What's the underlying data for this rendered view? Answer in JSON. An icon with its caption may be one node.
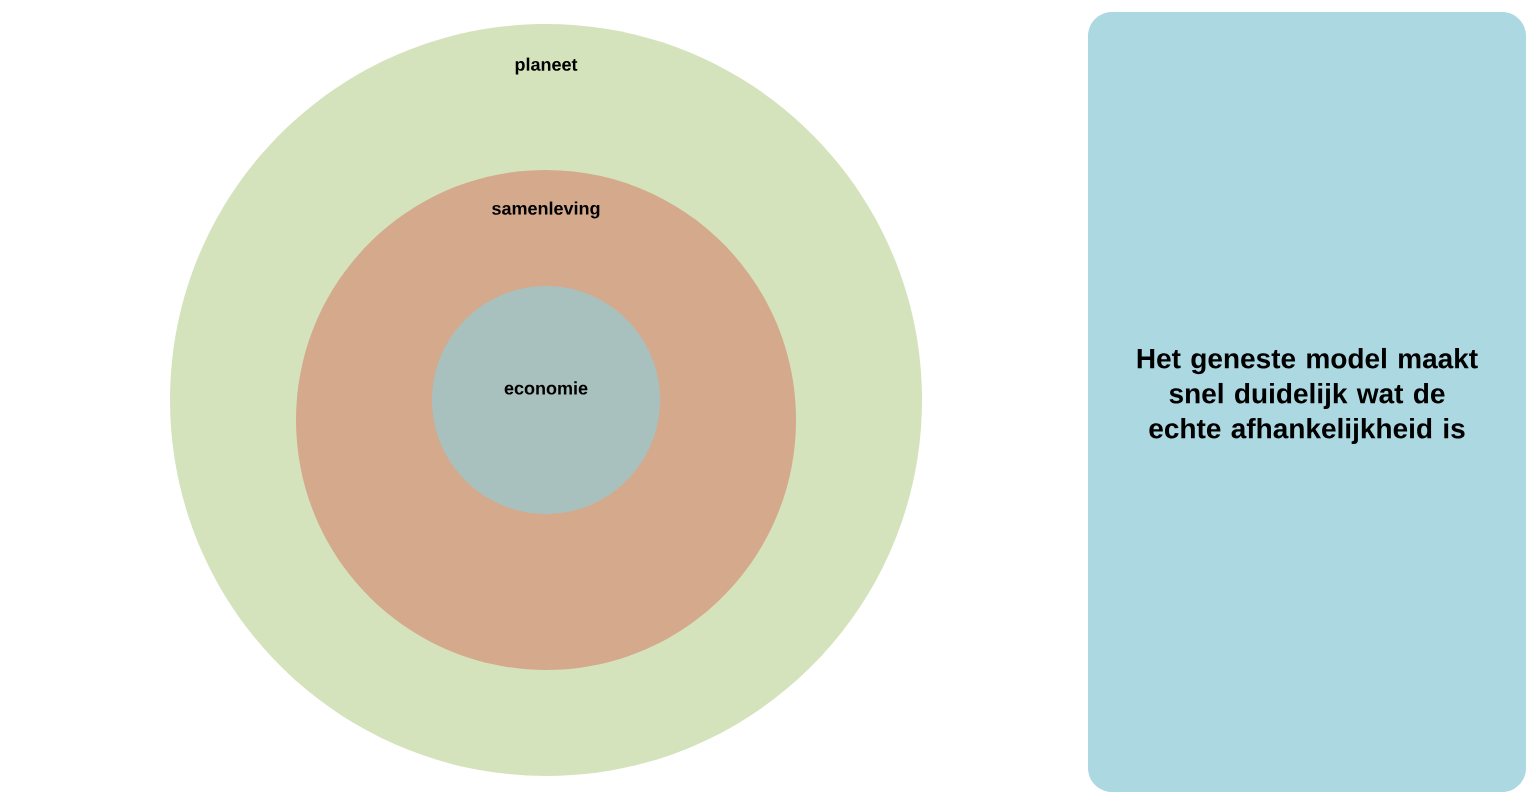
{
  "diagram": {
    "nodes": [
      {
        "text": [
          "planeet"
        ]
      },
      {
        "text": [
          "samenleving"
        ],
        "in": 0
      },
      {
        "text": [
          "economie"
        ],
        "in": 1
      },
      {
        "text": [
          "Het geneste model maakt snel duidelijk wat de echte afhankelijkheid is"
        ]
      }
    ]
  }
}
